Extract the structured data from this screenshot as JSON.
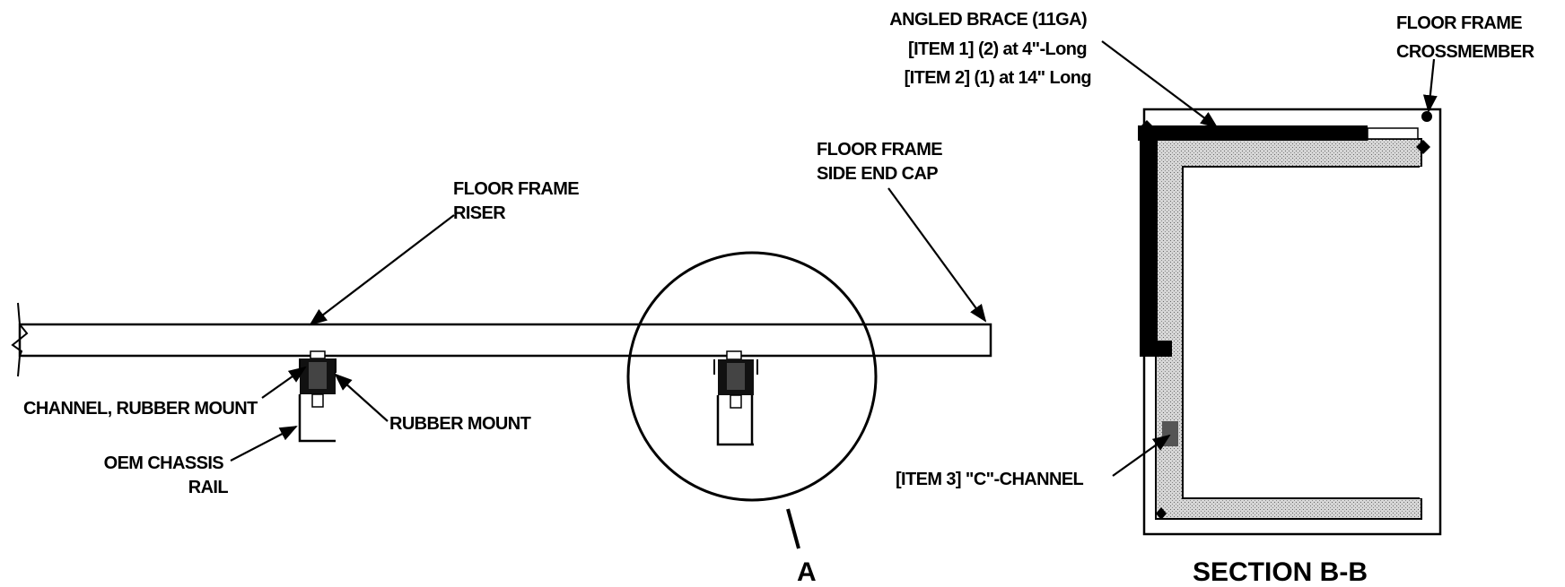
{
  "labels": {
    "floor_frame_riser": [
      "FLOOR FRAME",
      "RISER"
    ],
    "floor_frame_side_end_cap": [
      "FLOOR FRAME",
      "SIDE END CAP"
    ],
    "channel_rubber_mount": "CHANNEL, RUBBER MOUNT",
    "rubber_mount": "RUBBER MOUNT",
    "oem_chassis_rail": [
      "OEM CHASSIS",
      "RAIL"
    ],
    "angled_brace": [
      "ANGLED BRACE (11GA)",
      "[ITEM 1] (2) at 4\"-Long",
      "[ITEM 2] (1) at 14\" Long"
    ],
    "floor_frame_crossmember": [
      "FLOOR FRAME",
      "CROSSMEMBER"
    ],
    "item3_c_channel": "[ITEM 3] \"C\"-CHANNEL",
    "detail_callout": "A",
    "section_title": "SECTION B-B"
  }
}
